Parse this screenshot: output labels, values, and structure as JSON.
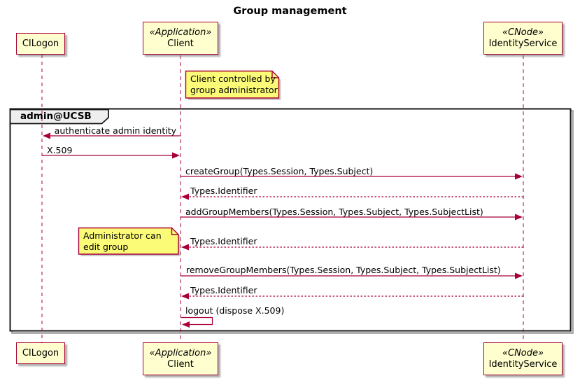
{
  "title": "Group management",
  "frame": {
    "label": "admin@UCSB"
  },
  "participants": [
    {
      "name": "CILogon",
      "stereotype": ""
    },
    {
      "name": "Client",
      "stereotype": "«Application»"
    },
    {
      "name": "IdentityService",
      "stereotype": "«CNode»"
    }
  ],
  "notes": [
    {
      "text": "Client controlled by\ngroup administrator",
      "attached_to": "Client"
    },
    {
      "text": "Administrator can\nedit group",
      "attached_to": "Client"
    }
  ],
  "messages": [
    {
      "label": "authenticate admin identity",
      "from": "Client",
      "to": "CILogon",
      "line": "solid"
    },
    {
      "label": "X.509",
      "from": "CILogon",
      "to": "Client",
      "line": "solid"
    },
    {
      "label": "createGroup(Types.Session, Types.Subject)",
      "from": "Client",
      "to": "IdentityService",
      "line": "solid"
    },
    {
      "label": "Types.Identifier",
      "from": "IdentityService",
      "to": "Client",
      "line": "dashed"
    },
    {
      "label": "addGroupMembers(Types.Session, Types.Subject, Types.SubjectList)",
      "from": "Client",
      "to": "IdentityService",
      "line": "solid"
    },
    {
      "label": "Types.Identifier",
      "from": "IdentityService",
      "to": "Client",
      "line": "dashed"
    },
    {
      "label": "removeGroupMembers(Types.Session, Types.Subject, Types.SubjectList)",
      "from": "Client",
      "to": "IdentityService",
      "line": "solid"
    },
    {
      "label": "Types.Identifier",
      "from": "IdentityService",
      "to": "Client",
      "line": "dashed"
    },
    {
      "label": "logout (dispose X.509)",
      "from": "Client",
      "to": "Client",
      "line": "self"
    }
  ],
  "colors": {
    "stroke": "#A80036",
    "participant_fill": "#FEFECE",
    "note_fill": "#FBFB77",
    "frame_border": "#181818",
    "frame_label_fill": "#EEEEEE",
    "background": "#FFFFFF",
    "text": "#000000"
  }
}
